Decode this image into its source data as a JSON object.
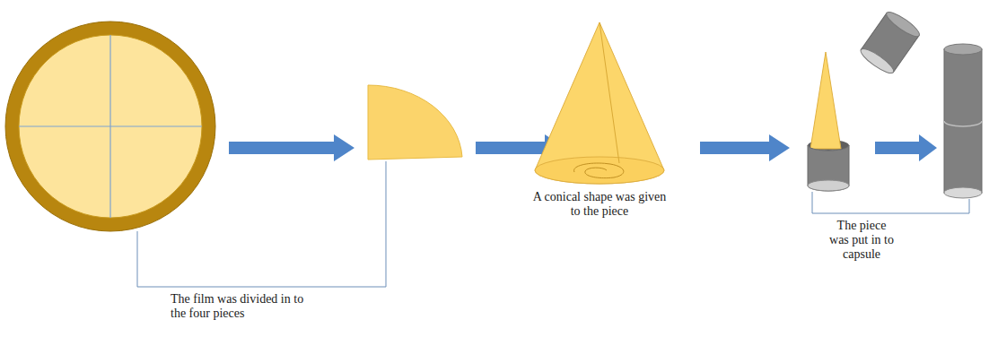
{
  "diagram": {
    "labels": [
      "The film was divided in to the four pieces",
      "A conical shape was given to the piece",
      "The piece was put in to capsule"
    ]
  }
}
